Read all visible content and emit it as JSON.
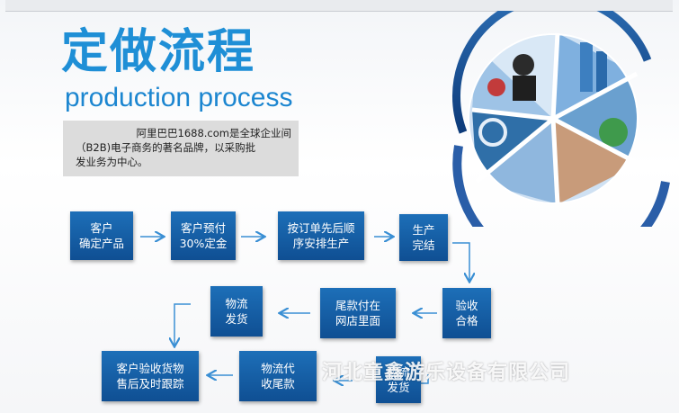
{
  "title_cn": "定做流程",
  "title_en": "production  process",
  "intro_lines": [
    "阿里巴巴1688.com是全球企业间",
    "（B2B)电子商务的著名品牌，以采购批",
    "发业务为中心。"
  ],
  "steps": [
    {
      "id": "s1",
      "lines": [
        "客户",
        "确定产品"
      ]
    },
    {
      "id": "s2",
      "lines": [
        "客户预付",
        "30%定金"
      ]
    },
    {
      "id": "s3",
      "lines": [
        "按订单先后顺",
        "序安排生产"
      ]
    },
    {
      "id": "s4",
      "lines": [
        "生产",
        "完结"
      ]
    },
    {
      "id": "s5",
      "lines": [
        "验收",
        "合格"
      ]
    },
    {
      "id": "s6",
      "lines": [
        "尾款付在",
        "网店里面"
      ]
    },
    {
      "id": "s7",
      "lines": [
        "物流",
        "发货"
      ]
    },
    {
      "id": "s8",
      "lines": [
        "客户验收货物",
        "售后及时跟踪"
      ]
    },
    {
      "id": "s9",
      "lines": [
        "物流代",
        "收尾款"
      ]
    },
    {
      "id": "s10",
      "lines": [
        "物流",
        "发货"
      ]
    }
  ],
  "watermark": "河北童鑫游乐设备有限公司",
  "colors": {
    "title": "#1f8fd6",
    "step": "#1660a8",
    "arrow": "#3a8fd4"
  }
}
